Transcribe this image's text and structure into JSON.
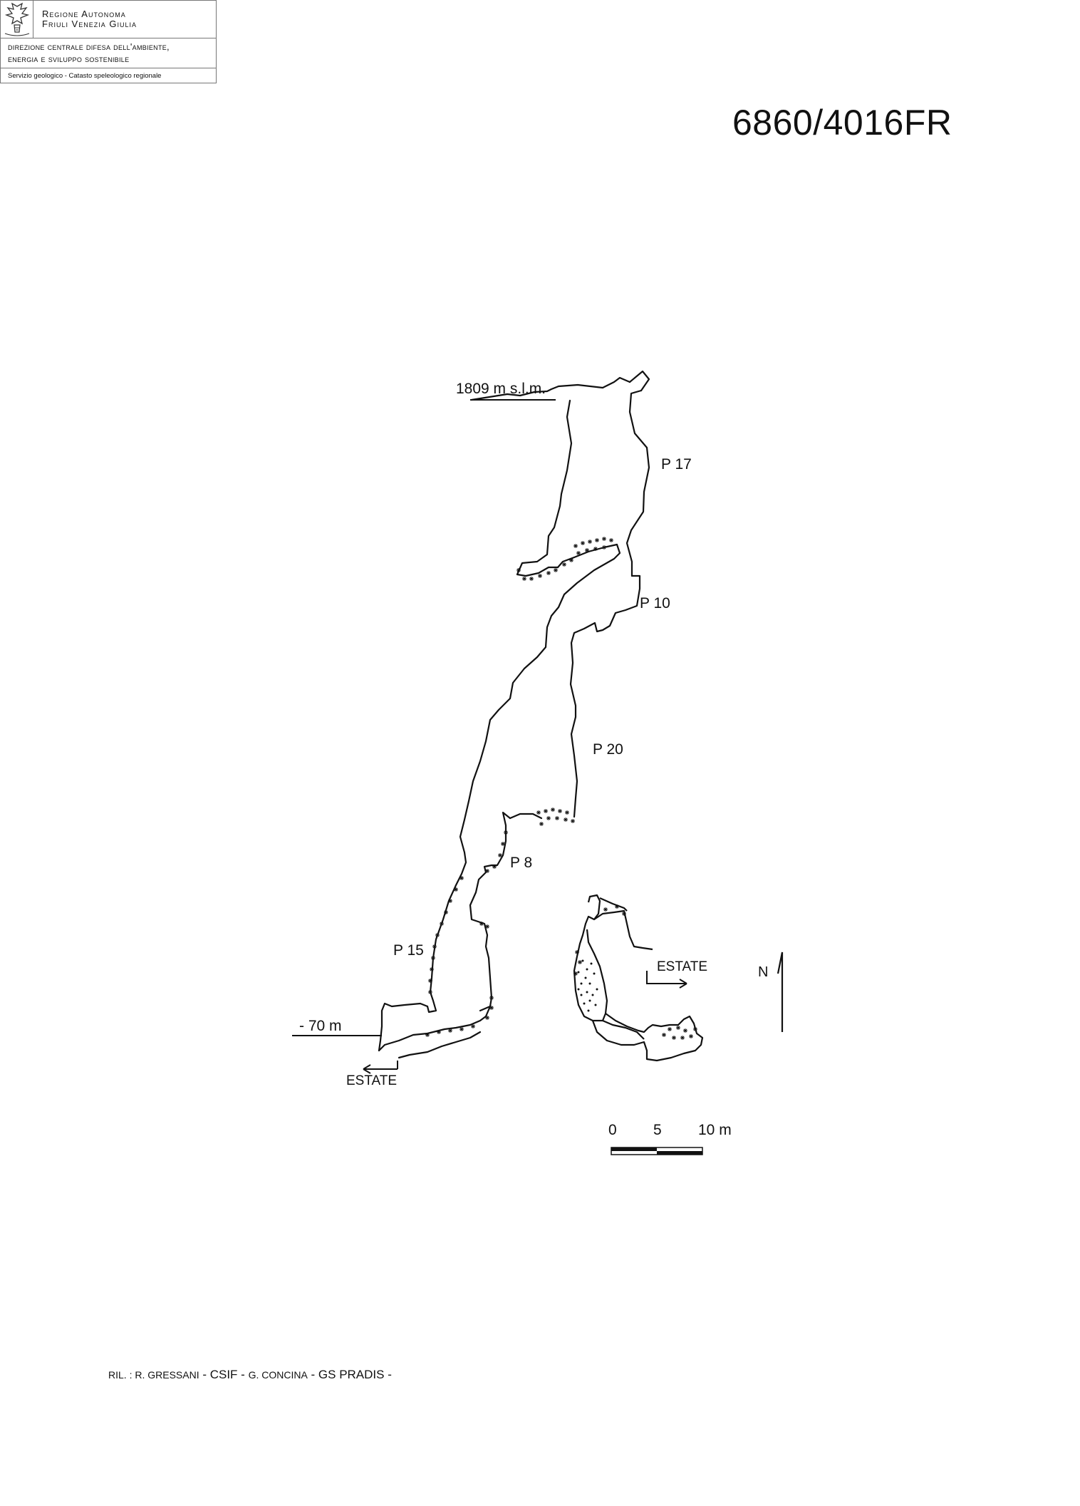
{
  "header": {
    "region_line1": "Regione Autonoma",
    "region_line2": "Friuli Venezia Giulia",
    "direction_line1": "direzione centrale difesa dell'ambiente,",
    "direction_line2": "energia e sviluppo sostenibile",
    "service": "Servizio geologico - Catasto speleologico regionale"
  },
  "document_code": "6860/4016FR",
  "survey": {
    "entrance_altitude": "1809 m s.l.m.",
    "pit_labels": [
      "P 17",
      "P 10",
      "P 20",
      "P 8",
      "P 15"
    ],
    "depth_label": "- 70 m",
    "section_label": "ESTATE",
    "plan_label": "ESTATE",
    "north_label": "N"
  },
  "scale_bar": {
    "labels": [
      "0",
      "5",
      "10 m"
    ]
  },
  "credits": {
    "prefix": "RIL. : ",
    "surveyor1": "R. Gressani",
    "sep1": " - ",
    "group1": "CSIF",
    "sep2": " - ",
    "surveyor2": "G. Concina",
    "sep3": " - ",
    "group2": "GS PRADIS",
    "suffix": " -"
  }
}
